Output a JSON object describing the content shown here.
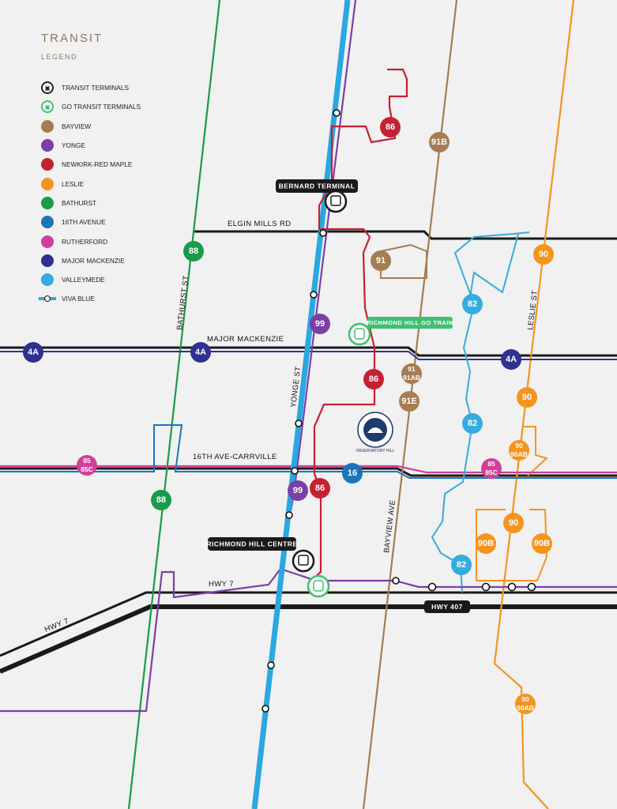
{
  "legend": {
    "title": "TRANSIT",
    "subtitle": "LEGEND",
    "items": [
      {
        "label": "TRANSIT TERMINALS",
        "icon": "bus-terminal-icon",
        "color": "#222222"
      },
      {
        "label": "GO TRANSIT TERMINALS",
        "icon": "train-terminal-icon",
        "color": "#3fbf72"
      },
      {
        "label": "BAYVIEW",
        "icon": "dot-icon",
        "color": "#a67c52"
      },
      {
        "label": "YONGE",
        "icon": "dot-icon",
        "color": "#7b3fa8"
      },
      {
        "label": "NEWKIRK-RED MAPLE",
        "icon": "dot-icon",
        "color": "#c62033"
      },
      {
        "label": "LESLIE",
        "icon": "dot-icon",
        "color": "#f5941d"
      },
      {
        "label": "BATHURST",
        "icon": "dot-icon",
        "color": "#1a9a4b"
      },
      {
        "label": "16TH AVENUE",
        "icon": "dot-icon",
        "color": "#1b75bb"
      },
      {
        "label": "RUTHERFORD",
        "icon": "dot-icon",
        "color": "#d13f9a"
      },
      {
        "label": "MAJOR MACKENZIE",
        "icon": "dot-icon",
        "color": "#2e3192"
      },
      {
        "label": "VALLEYMEDE",
        "icon": "dot-icon",
        "color": "#35ace0"
      },
      {
        "label": "VIVA BLUE",
        "icon": "viva-station-icon",
        "color": "#2aa8e0"
      }
    ]
  },
  "roads": {
    "elgin_mills": "ELGIN MILLS RD",
    "major_mackenzie": "MAJOR MACKENZIE",
    "carrville": "16TH AVE-CARRVILLE",
    "hwy7_center": "HWY 7",
    "hwy7_left": "HWY 7",
    "hwy407": "HWY 407",
    "bathurst": "BATHURST ST",
    "yonge": "YONGE ST",
    "bayview": "BAYVIEW AVE",
    "leslie": "LESLIE ST"
  },
  "terminals": {
    "bernard": "BERNARD TERMINAL",
    "richmond_hill_centre": "RICHMOND HILL CENTRE",
    "richmond_hill_go": "RICHMOND HILL GO TRAIN"
  },
  "landmark": {
    "text": "OBSERVATORY HILL"
  },
  "badges": {
    "b86a": "86",
    "b86b": "86",
    "b86c": "86",
    "b91b": "91B",
    "b91": "91",
    "b91e": "91E",
    "b91_91ab_top": "91",
    "b91_91ab_bottom": "91AB",
    "b88a": "88",
    "b88b": "88",
    "b99a": "99",
    "b99b": "99",
    "b4a_a": "4A",
    "b4a_b": "4A",
    "b4a_c": "4A",
    "b82a": "82",
    "b82b": "82",
    "b82c": "82",
    "b90a": "90",
    "b90b": "90",
    "b90c": "90",
    "b90b1": "90B",
    "b90b2": "90B",
    "b90_90ab_a_top": "90",
    "b90_90ab_a_bottom": "90AB",
    "b90_90ab_b_top": "90",
    "b90_90ab_b_bottom": "90AB",
    "b85_a_top": "85",
    "b85_a_bottom": "85C",
    "b85_b_top": "85",
    "b85_b_bottom": "85C",
    "b16": "16"
  }
}
